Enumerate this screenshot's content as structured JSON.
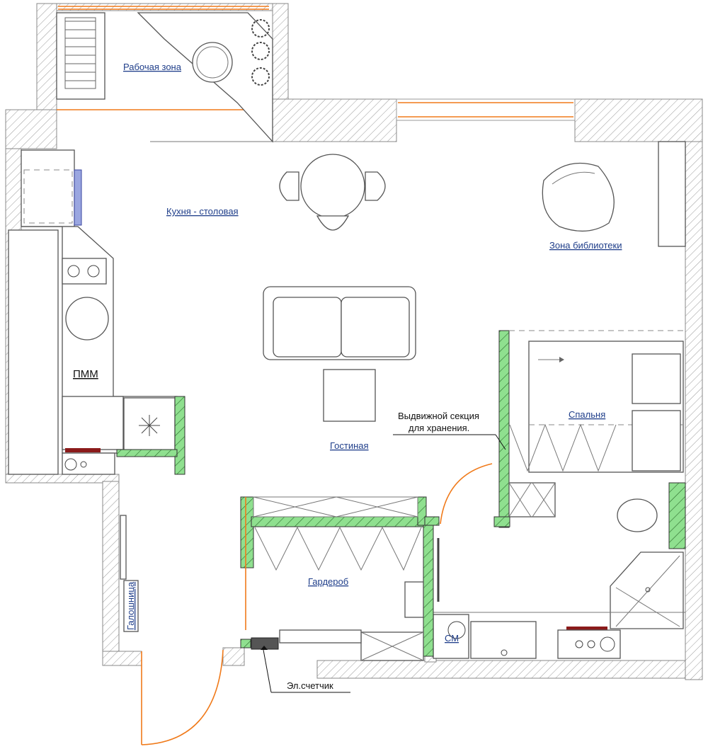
{
  "labels": {
    "work_zone": "Рабочая зона",
    "kitchen_dining": "Кухня - столовая",
    "library_zone": "Зона библиотеки",
    "pmm": "ПММ",
    "storage_section_line1": "Выдвижной секция",
    "storage_section_line2": "для хранения.",
    "bedroom": "Спальня",
    "living_room": "Гостиная",
    "wardrobe": "Гардероб",
    "shoe_rack": "Галошница",
    "washing_machine": "СМ",
    "electric_meter": "Эл.счетчик"
  },
  "colors": {
    "wall_hatch": "#8a8a8a",
    "green_partition": "#8fe08f",
    "window_orange": "#f07a1a",
    "label_blue": "#1f3e8a",
    "radiator_red": "#8b1a1a"
  }
}
